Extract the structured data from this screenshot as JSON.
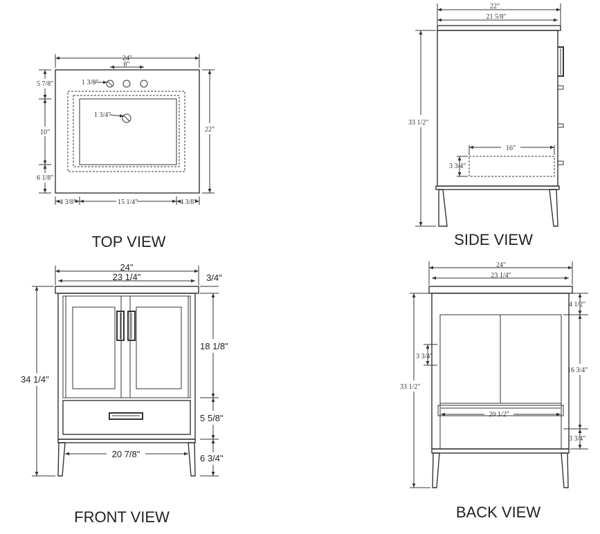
{
  "views": {
    "top": {
      "title": "TOP VIEW",
      "dims": {
        "overall_width": "24\"",
        "faucet_spread": "8\"",
        "faucet_hole": "1 3/8\"",
        "drain_hole": "1 3/4\"",
        "back_to_bowl": "5 7/8\"",
        "bowl_depth": "10\"",
        "bowl_to_front": "6 1/8\"",
        "overall_depth": "22\"",
        "left_margin": "4 3/8\"",
        "bowl_width": "15 1/4\"",
        "right_margin": "4 3/8\""
      }
    },
    "side": {
      "title": "SIDE VIEW",
      "dims": {
        "top_depth": "22\"",
        "cabinet_depth": "21 5/8\"",
        "height": "33 1/2\"",
        "shelf_depth": "16\"",
        "shelf_height": "3 3/4\""
      }
    },
    "front": {
      "title": "FRONT VIEW",
      "dims": {
        "top_width": "24\"",
        "cabinet_width": "23 1/4\"",
        "top_thickness": "3/4\"",
        "total_height": "34 1/4\"",
        "door_height": "18 1/8\"",
        "drawer_height": "5 5/8\"",
        "leg_height": "6 3/4\"",
        "leg_span": "20 7/8\""
      }
    },
    "back": {
      "title": "BACK VIEW",
      "dims": {
        "top_width": "24\"",
        "cabinet_width": "23 1/4\"",
        "top_to_opening": "4 1/2\"",
        "height": "33 1/2\"",
        "shelf_gap": "3 3/4\"",
        "opening_height": "16 3/4\"",
        "opening_width": "20 1/2\"",
        "bottom_gap": "3 3/4\""
      }
    }
  }
}
